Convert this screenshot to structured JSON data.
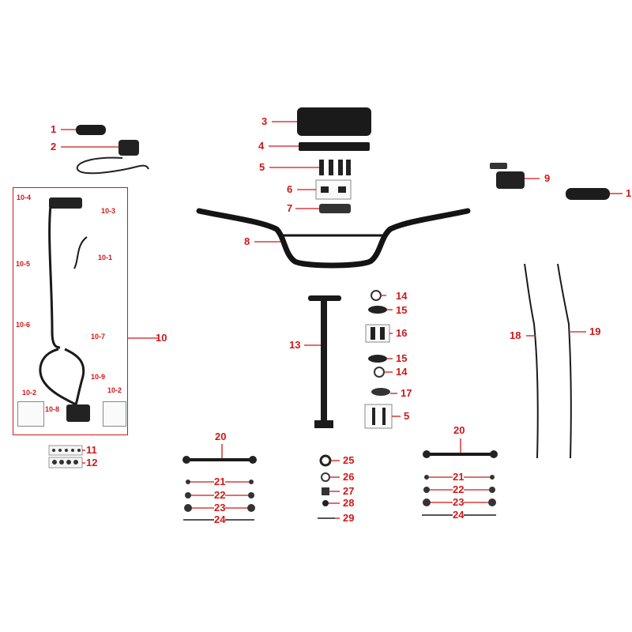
{
  "diagram": {
    "callouts": {
      "c1a": "1",
      "c2": "2",
      "c3": "3",
      "c4": "4",
      "c5a": "5",
      "c6": "6",
      "c7": "7",
      "c8": "8",
      "c9": "9",
      "c1b": "1",
      "c10": "10",
      "c10_4": "10-4",
      "c10_3": "10-3",
      "c10_1": "10-1",
      "c10_5": "10-5",
      "c10_6": "10-6",
      "c10_7": "10-7",
      "c10_9": "10-9",
      "c10_2a": "10-2",
      "c10_8": "10-8",
      "c10_2b": "10-2",
      "c11": "11",
      "c12": "12",
      "c13": "13",
      "c14a": "14",
      "c15a": "15",
      "c16": "16",
      "c15b": "15",
      "c14b": "14",
      "c17": "17",
      "c5b": "5",
      "c18": "18",
      "c19": "19",
      "c20a": "20",
      "c21a": "21",
      "c22a": "22",
      "c23a": "23",
      "c24a": "24",
      "c25": "25",
      "c26": "26",
      "c27": "27",
      "c28": "28",
      "c29": "29",
      "c20b": "20",
      "c21b": "21",
      "c22b": "22",
      "c23b": "23",
      "c24b": "24"
    },
    "colors": {
      "callout": "#d01818",
      "part": "#141414"
    }
  }
}
